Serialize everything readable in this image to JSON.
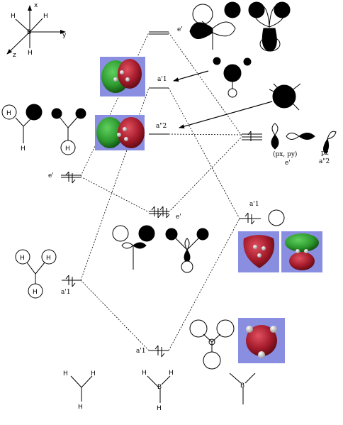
{
  "axes": {
    "x": "x",
    "y": "y",
    "z": "z"
  },
  "atoms": {
    "H": "H",
    "B": "B"
  },
  "levels": {
    "e_prime_upper": "e'",
    "a1_prime_upper": "a'1",
    "a2_double": "a\"2",
    "e_prime_h3": "e'",
    "a1_prime_h3": "a'1",
    "e_prime_bonding": "e'",
    "a1_prime_b": "a'1",
    "a1_prime_lower": "a'1"
  },
  "boron_orbitals": {
    "pxpy": "(px, py)",
    "e": "e'",
    "pz": "pz",
    "a2": "a\"2"
  },
  "colors": {
    "mo_background": "#8a8ee0",
    "lobe_green": "#2e9a2e",
    "lobe_red": "#a31a2a"
  }
}
